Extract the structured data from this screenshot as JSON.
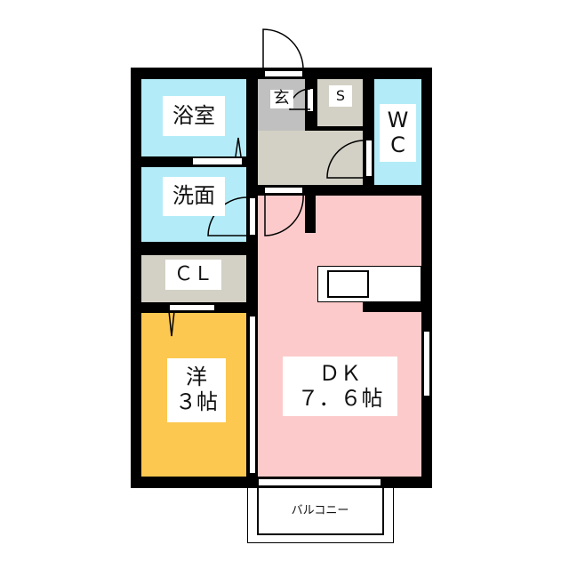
{
  "rooms": {
    "bath": {
      "label": "浴室"
    },
    "washroom": {
      "label": "洗面"
    },
    "closet": {
      "label": "ＣＬ"
    },
    "western": {
      "label_line1": "洋",
      "label_line2": "３帖"
    },
    "entrance": {
      "label": "玄"
    },
    "storage": {
      "label": "S"
    },
    "wc": {
      "label_line1": "W",
      "label_line2": "C"
    },
    "dk": {
      "label_line1": "ＤＫ",
      "label_line2": "７．６帖"
    },
    "balcony": {
      "label": "バルコニー"
    }
  },
  "colors": {
    "wall": "#000000",
    "wet": "#b3ecf8",
    "storage": "#d3d0c5",
    "entrance": "#c0c0c0",
    "western": "#fcc850",
    "dk": "#fccaca"
  }
}
